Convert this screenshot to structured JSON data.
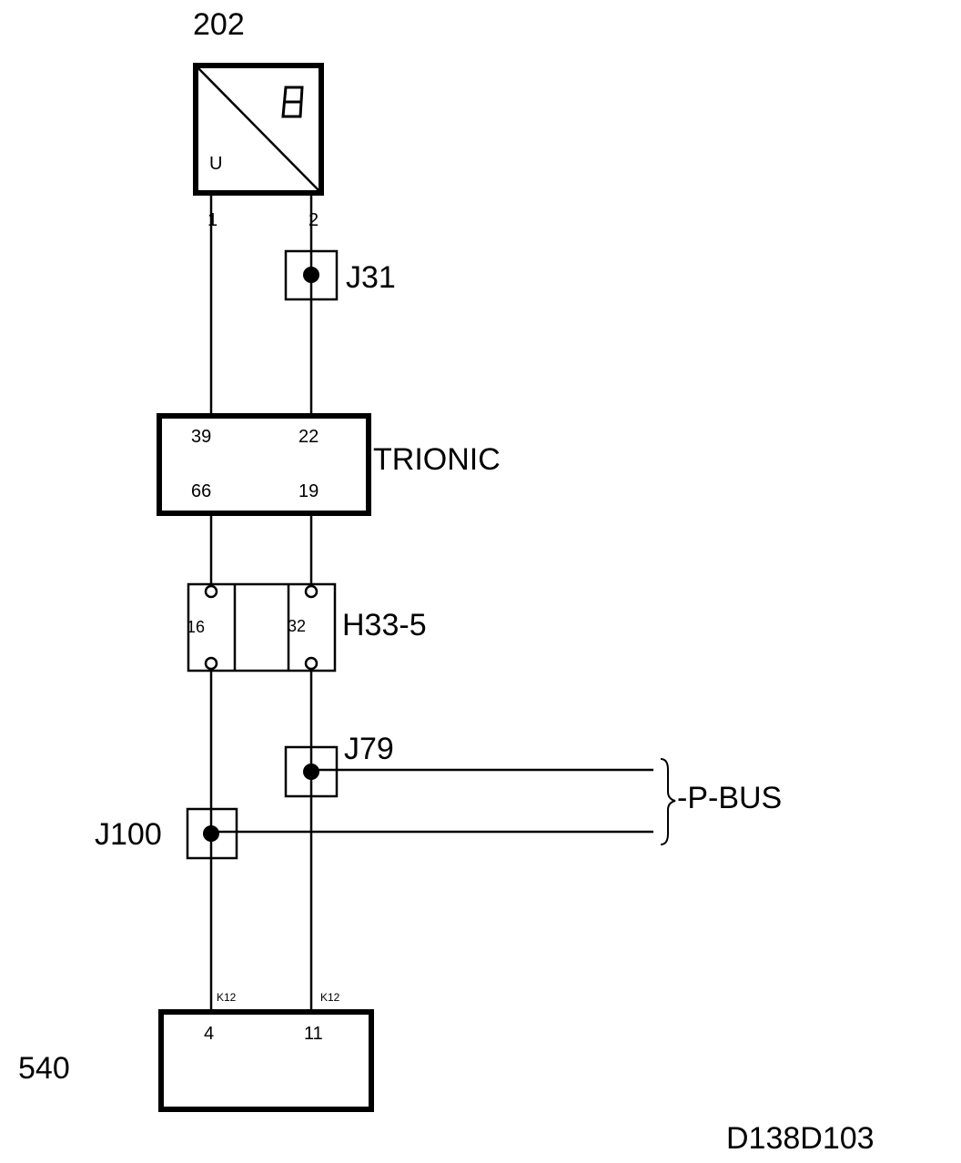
{
  "component_202": {
    "id": "202",
    "inner_label": "U",
    "pin_1": "1",
    "pin_2": "2"
  },
  "junctions": {
    "j31": "J31",
    "j79": "J79",
    "j100": "J100"
  },
  "trionic": {
    "label": "TRIONIC",
    "pin_39": "39",
    "pin_22": "22",
    "pin_66": "66",
    "pin_19": "19"
  },
  "connector_h33": {
    "label": "H33-5",
    "pin_16": "16",
    "pin_32": "32"
  },
  "pbus": {
    "label": "-P-BUS"
  },
  "component_540": {
    "id": "540",
    "conn_left": "K12",
    "conn_right": "K12",
    "pin_4": "4",
    "pin_11": "11"
  },
  "drawing_code": "D138D103"
}
